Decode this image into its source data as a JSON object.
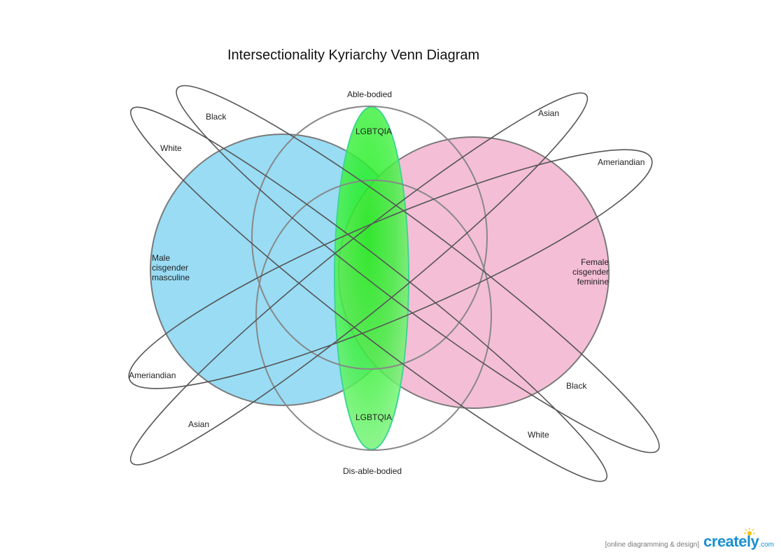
{
  "title": "Intersectionality Kyriarchy Venn Diagram",
  "colors": {
    "male": "#99dcf4",
    "female": "#f4bed6",
    "lgbtqia": "#33ee33",
    "outline": "#7a7a7a",
    "ellipse_stroke": "#555555",
    "brand": "#1a8fd0"
  },
  "labels": {
    "able_bodied": "Able-bodied",
    "dis_able_bodied": "Dis-able-bodied",
    "lgbtqia_top": "LGBTQIA",
    "lgbtqia_bottom": "LGBTQIA",
    "male": "Male\ncisgender\nmasculine",
    "female": "Female\ncisgender\nfeminine",
    "black_left": "Black",
    "white_left": "White",
    "asian_right": "Asian",
    "ameriandian_right": "Ameriandian",
    "ameriandian_left": "Ameriandian",
    "asian_left": "Asian",
    "black_right": "Black",
    "white_right": "White"
  },
  "footer": {
    "tagline": "[online diagramming & design]",
    "brand": "creately",
    "domain": ".com"
  }
}
